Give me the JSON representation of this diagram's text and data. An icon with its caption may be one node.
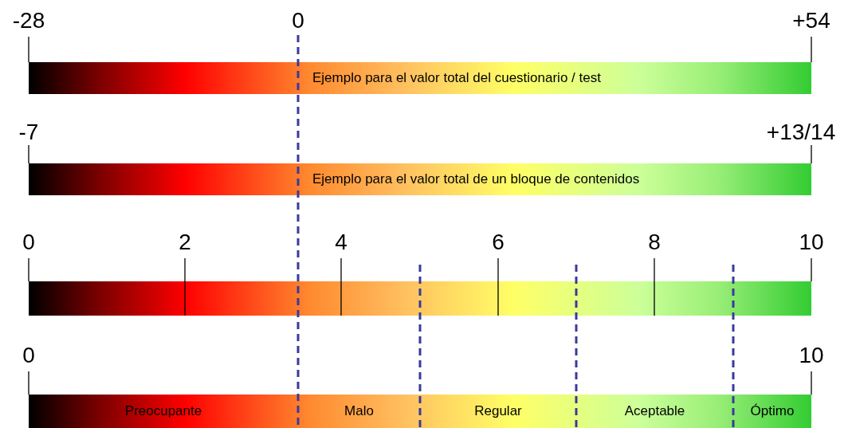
{
  "diagram": {
    "nodes": [
      {
        "text": [
          "Ejemplo para el valor total del cuestionario / test"
        ],
        "beside": [
          "-28",
          "0",
          "+54"
        ]
      },
      {
        "text": [
          "Ejemplo para el valor total de un bloque de contenidos"
        ],
        "beside": [
          "-7",
          "+13/14"
        ]
      },
      {
        "text": [],
        "shape": "bar",
        "beside": [
          "0",
          "2",
          "4",
          "6",
          "8",
          "10"
        ]
      },
      {
        "text": [
          "Preocupante"
        ],
        "beside": [
          "0"
        ]
      },
      {
        "text": [
          "Malo"
        ]
      },
      {
        "text": [
          "Regular"
        ]
      },
      {
        "text": [
          "Aceptable"
        ]
      },
      {
        "text": [
          "Óptimo"
        ],
        "beside": [
          "10"
        ]
      }
    ],
    "edges": []
  }
}
